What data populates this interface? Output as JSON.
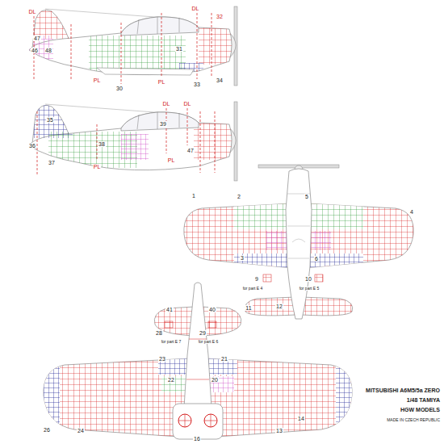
{
  "diagram": {
    "title": "MITSUBISHI A6M5/5a ZERO",
    "labels": [
      "DL",
      "47",
      "46",
      "48",
      "DL",
      "32",
      "PL",
      "31",
      "30",
      "PL",
      "33",
      "34",
      "35",
      "36",
      "37",
      "38",
      "39",
      "DL",
      "DL",
      "47",
      "PL",
      "PL",
      "1",
      "2",
      "5",
      "4",
      "3",
      "6",
      "9",
      "10",
      "for part E 4",
      "for part E 5",
      "11",
      "12",
      "41",
      "40",
      "28",
      "29",
      "for part E 7",
      "for part E 6",
      "23",
      "21",
      "22",
      "20",
      "14",
      "13",
      "16",
      "24",
      "26",
      "1/48 TAMIYA",
      "HGW MODELS",
      "MADE IN CZECH REPUBLIC"
    ]
  }
}
